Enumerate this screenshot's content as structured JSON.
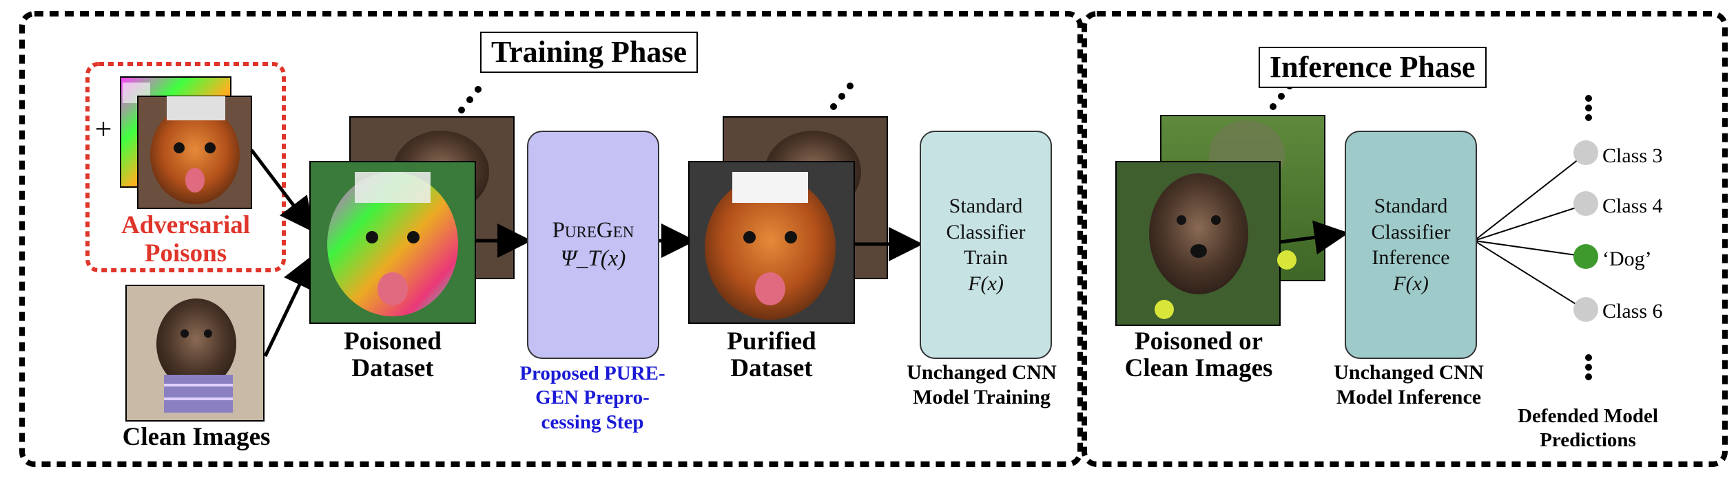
{
  "training": {
    "title": "Training Phase",
    "adversarial_plus": "+",
    "adversarial_line1": "Adversarial",
    "adversarial_line2": "Poisons",
    "clean_label": "Clean Images",
    "poisoned_line1": "Poisoned",
    "poisoned_line2": "Dataset",
    "puregen_line1": "PureGen",
    "puregen_line2": "Ψ_T(x)",
    "proposed_line1": "Proposed PURE-",
    "proposed_line2": "GEN Prepro-",
    "proposed_line3": "cessing Step",
    "purified_line1": "Purified",
    "purified_line2": "Dataset",
    "classifier_line1": "Standard",
    "classifier_line2": "Classifier",
    "classifier_line3": "Train",
    "classifier_line4": "F(x)",
    "unchanged_line1": "Unchanged CNN",
    "unchanged_line2": "Model Training"
  },
  "inference": {
    "title": "Inference Phase",
    "input_line1": "Poisoned or",
    "input_line2": "Clean Images",
    "classifier_line1": "Standard",
    "classifier_line2": "Classifier",
    "classifier_line3": "Inference",
    "classifier_line4": "F(x)",
    "unchanged_line1": "Unchanged CNN",
    "unchanged_line2": "Model Inference",
    "classes": [
      "Class 3",
      "Class 4",
      "‘Dog’",
      "Class 6"
    ],
    "predictions_line1": "Defended Model",
    "predictions_line2": "Predictions"
  },
  "colors": {
    "adversarial_red": "#e0352b",
    "proposed_blue": "#1a1ad6",
    "puregen_fill": "#c4c1f5",
    "train_fill": "#c6e2e2",
    "infer_fill": "#9ecbca",
    "class_gray": "#cccccc",
    "class_green": "#3e9a2c"
  }
}
